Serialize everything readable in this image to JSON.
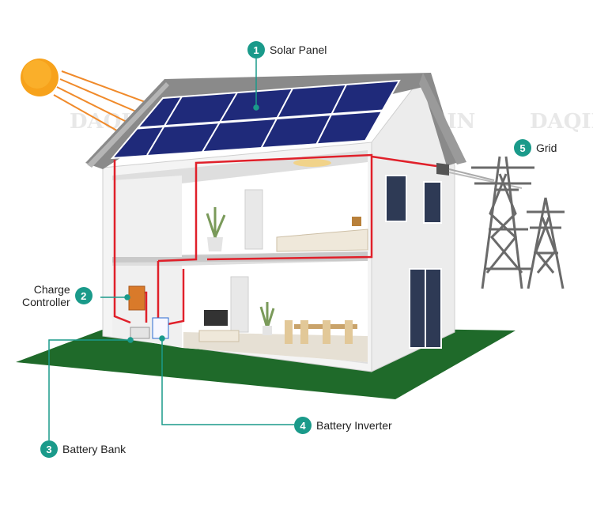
{
  "callouts": {
    "solar_panel": {
      "number": "1",
      "label": "Solar Panel"
    },
    "charge_controller": {
      "number": "2",
      "label_line1": "Charge",
      "label_line2": "Controller"
    },
    "battery_bank": {
      "number": "3",
      "label": "Battery Bank"
    },
    "battery_inverter": {
      "number": "4",
      "label": "Battery Inverter"
    },
    "grid": {
      "number": "5",
      "label": "Grid"
    }
  },
  "watermark": "DAQIN",
  "colors": {
    "accent": "#1a9a8a",
    "wiring": "#e0202a",
    "sun": "#f7a21b",
    "sun_rays": "#f08a2a",
    "panel": "#1f2a7a",
    "ground": "#1f6a2a",
    "tower": "#6a6a6a"
  },
  "icons": [
    "sun-icon",
    "solar-panel-icon",
    "transmission-tower-icon",
    "house-illustration"
  ]
}
